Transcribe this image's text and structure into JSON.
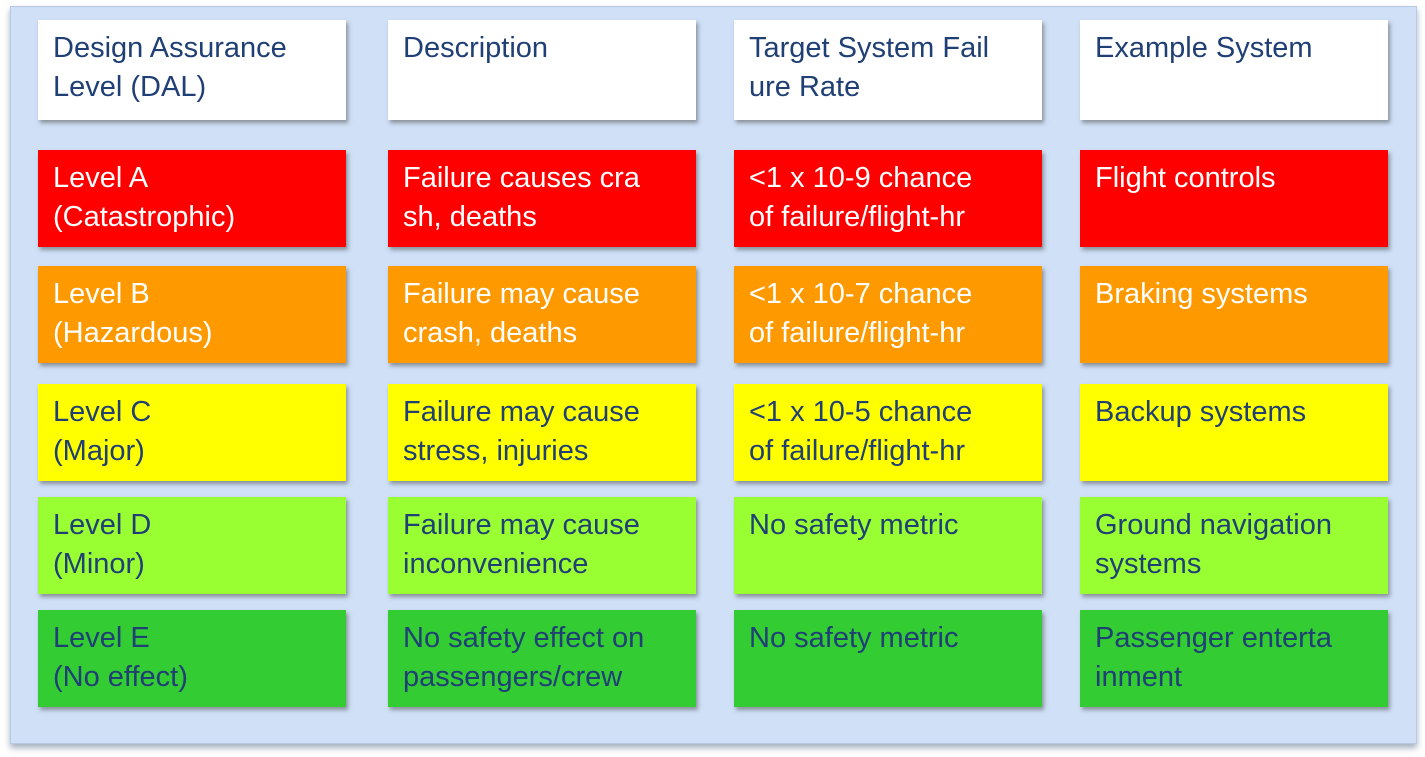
{
  "header": {
    "col1": "Design Assurance Level (DAL)",
    "col2": "Description",
    "col3": "Target System Fail ure Rate",
    "col4": "Example System"
  },
  "rows": [
    {
      "level": "Level A (Catastrophic)",
      "description": "Failure causes cra sh, deaths",
      "rate": "<1 x 10-9 chance of failure/flight-hr",
      "example": "Flight controls",
      "color": "#ff0000"
    },
    {
      "level": "Level B (Hazardous)",
      "description": "Failure may cause crash, deaths",
      "rate": "<1 x 10-7 chance of failure/flight-hr",
      "example": "Braking systems",
      "color": "#ff9900"
    },
    {
      "level": "Level C (Major)",
      "description": "Failure may cause stress, injuries",
      "rate": "<1 x 10-5 chance of failure/flight-hr",
      "example": "Backup systems",
      "color": "#ffff00"
    },
    {
      "level": "Level D (Minor)",
      "description": "Failure may cause inconvenience",
      "rate": "No safety metric",
      "example": "Ground navigation systems",
      "color": "#99ff33"
    },
    {
      "level": "Level E (No effect)",
      "description": "No safety effect on passengers/crew",
      "rate": "No safety metric",
      "example": "Passenger enterta inment",
      "color": "#33cc33"
    }
  ]
}
